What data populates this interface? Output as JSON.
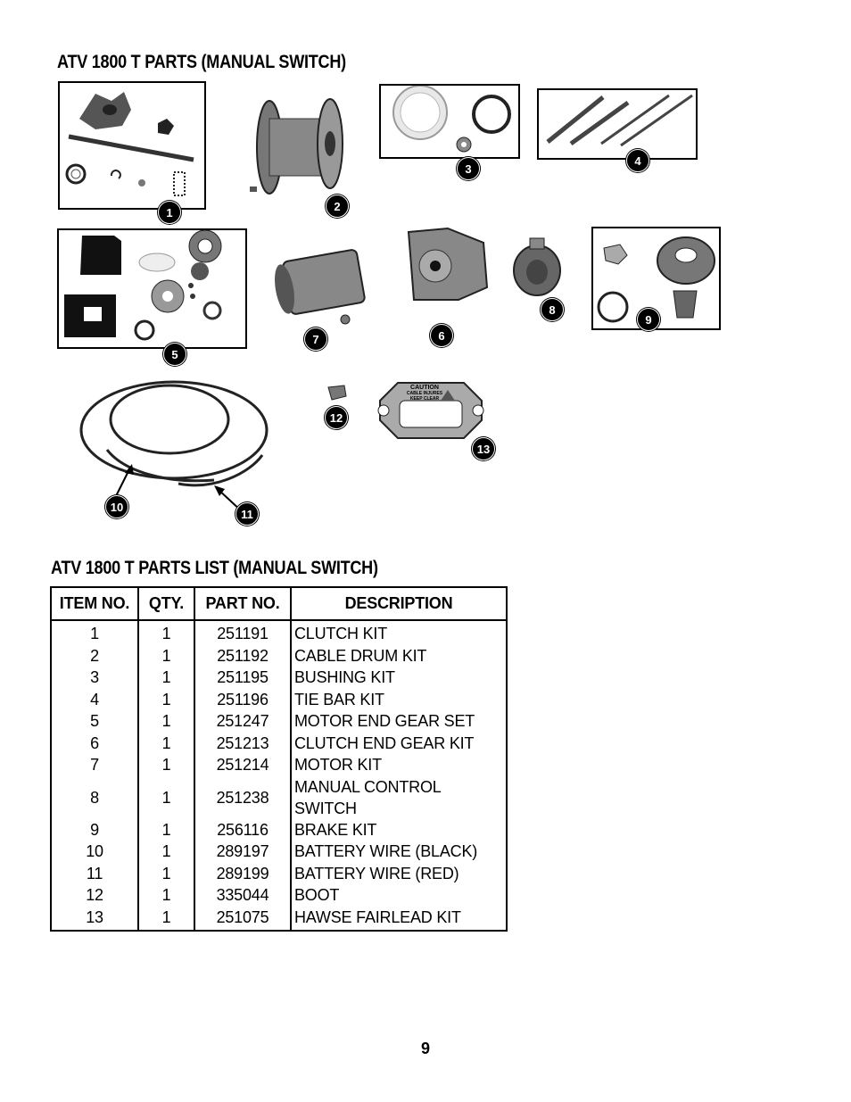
{
  "figure_title": "ATV 1800 T PARTS (MANUAL SWITCH)",
  "list_title": "ATV 1800 T PARTS LIST (MANUAL SWITCH)",
  "callouts": {
    "c1": "1",
    "c2": "2",
    "c3": "3",
    "c4": "4",
    "c5": "5",
    "c6": "6",
    "c7": "7",
    "c8": "8",
    "c9": "9",
    "c10": "10",
    "c11": "11",
    "c12": "12",
    "c13": "13"
  },
  "caution_label": {
    "line1": "CAUTION",
    "line2": "CABLE INJURES",
    "line3": "KEEP CLEAR"
  },
  "table": {
    "headers": [
      "ITEM NO.",
      "QTY.",
      "PART NO.",
      "DESCRIPTION"
    ],
    "rows": [
      [
        "1",
        "1",
        "251191",
        "CLUTCH KIT"
      ],
      [
        "2",
        "1",
        "251192",
        "CABLE DRUM KIT"
      ],
      [
        "3",
        "1",
        "251195",
        "BUSHING KIT"
      ],
      [
        "4",
        "1",
        "251196",
        "TIE BAR KIT"
      ],
      [
        "5",
        "1",
        "251247",
        "MOTOR END GEAR SET"
      ],
      [
        "6",
        "1",
        "251213",
        "CLUTCH END GEAR KIT"
      ],
      [
        "7",
        "1",
        "251214",
        "MOTOR KIT"
      ],
      [
        "8",
        "1",
        "251238",
        "MANUAL CONTROL SWITCH"
      ],
      [
        "9",
        "1",
        "256116",
        "BRAKE KIT"
      ],
      [
        "10",
        "1",
        "289197",
        "BATTERY WIRE (BLACK)"
      ],
      [
        "11",
        "1",
        "289199",
        "BATTERY WIRE (RED)"
      ],
      [
        "12",
        "1",
        "335044",
        "BOOT"
      ],
      [
        "13",
        "1",
        "251075",
        "HAWSE FAIRLEAD KIT"
      ]
    ]
  },
  "page_number": "9"
}
